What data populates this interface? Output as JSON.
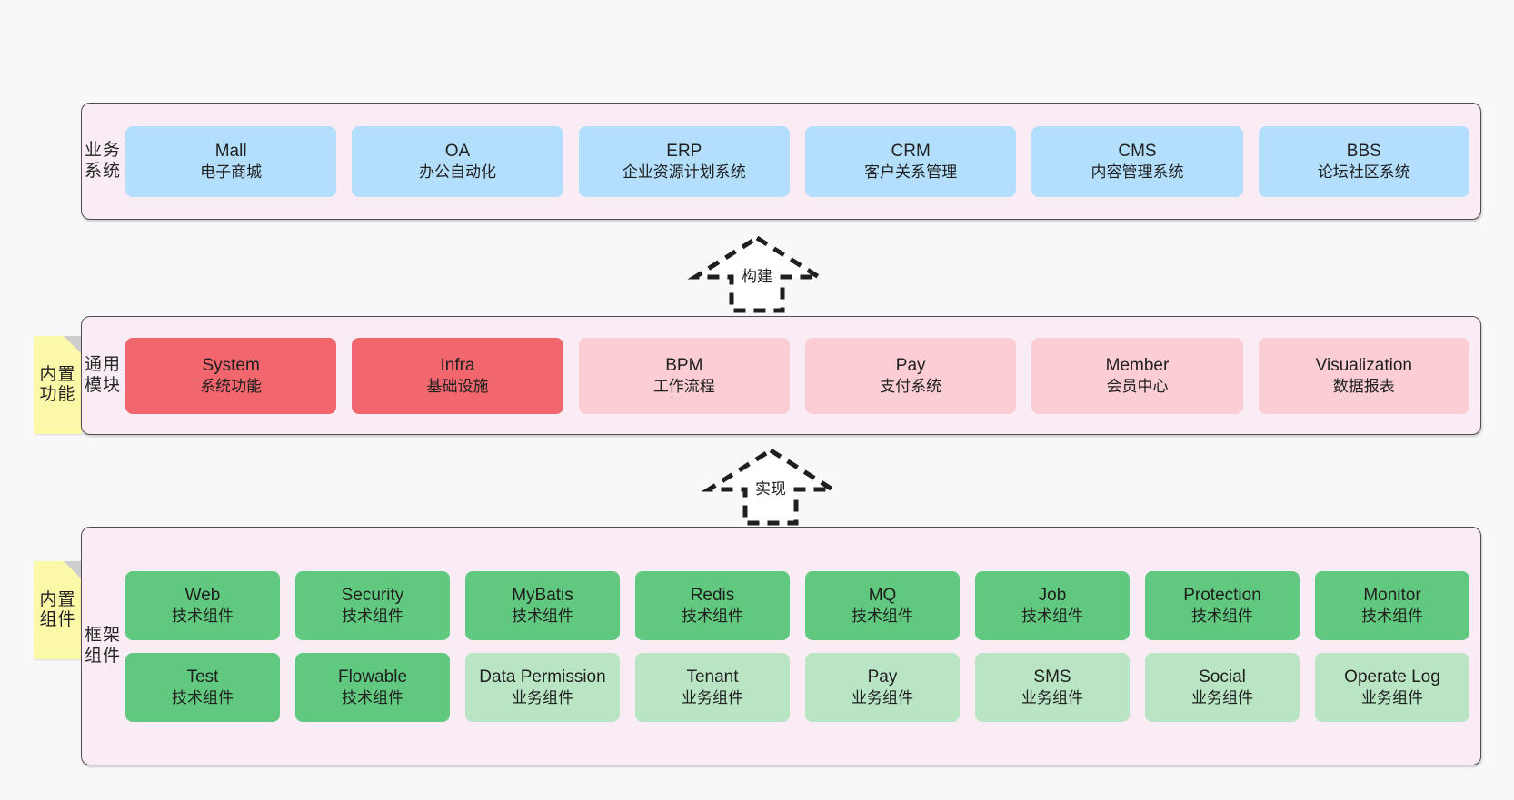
{
  "diagram": {
    "background": "#f8f8f8",
    "colors": {
      "layer_bg": "#f9ecf5",
      "layer_border": "#544b56",
      "business": "#b3dffc",
      "module_active": "#f2676e",
      "module_plain": "#fbced4",
      "tech_component": "#61c97f",
      "biz_component": "#b9e5c4",
      "note": "#fbf8a8",
      "note_fold": "#cdcdcd"
    }
  },
  "layers": [
    {
      "id": "business",
      "title": "业务系统",
      "rows": [
        [
          {
            "name": "Mall",
            "desc": "电子商城",
            "color": "blue"
          },
          {
            "name": "OA",
            "desc": "办公自动化",
            "color": "blue"
          },
          {
            "name": "ERP",
            "desc": "企业资源计划系统",
            "color": "blue"
          },
          {
            "name": "CRM",
            "desc": "客户关系管理",
            "color": "blue"
          },
          {
            "name": "CMS",
            "desc": "内容管理系统",
            "color": "blue"
          },
          {
            "name": "BBS",
            "desc": "论坛社区系统",
            "color": "blue"
          }
        ]
      ]
    },
    {
      "id": "modules",
      "title": "通用模块",
      "note": "内置功能",
      "rows": [
        [
          {
            "name": "System",
            "desc": "系统功能",
            "color": "red"
          },
          {
            "name": "Infra",
            "desc": "基础设施",
            "color": "red"
          },
          {
            "name": "BPM",
            "desc": "工作流程",
            "color": "pink"
          },
          {
            "name": "Pay",
            "desc": "支付系统",
            "color": "pink"
          },
          {
            "name": "Member",
            "desc": "会员中心",
            "color": "pink"
          },
          {
            "name": "Visualization",
            "desc": "数据报表",
            "color": "pink"
          }
        ]
      ]
    },
    {
      "id": "framework",
      "title": "框架组件",
      "note": "内置组件",
      "rows": [
        [
          {
            "name": "Web",
            "desc": "技术组件",
            "color": "green"
          },
          {
            "name": "Security",
            "desc": "技术组件",
            "color": "green"
          },
          {
            "name": "MyBatis",
            "desc": "技术组件",
            "color": "green"
          },
          {
            "name": "Redis",
            "desc": "技术组件",
            "color": "green"
          },
          {
            "name": "MQ",
            "desc": "技术组件",
            "color": "green"
          },
          {
            "name": "Job",
            "desc": "技术组件",
            "color": "green"
          },
          {
            "name": "Protection",
            "desc": "技术组件",
            "color": "green"
          },
          {
            "name": "Monitor",
            "desc": "技术组件",
            "color": "green"
          }
        ],
        [
          {
            "name": "Test",
            "desc": "技术组件",
            "color": "green"
          },
          {
            "name": "Flowable",
            "desc": "技术组件",
            "color": "green"
          },
          {
            "name": "Data Permission",
            "desc": "业务组件",
            "color": "lightgreen"
          },
          {
            "name": "Tenant",
            "desc": "业务组件",
            "color": "lightgreen"
          },
          {
            "name": "Pay",
            "desc": "业务组件",
            "color": "lightgreen"
          },
          {
            "name": "SMS",
            "desc": "业务组件",
            "color": "lightgreen"
          },
          {
            "name": "Social",
            "desc": "业务组件",
            "color": "lightgreen"
          },
          {
            "name": "Operate Log",
            "desc": "业务组件",
            "color": "lightgreen"
          }
        ]
      ]
    }
  ],
  "connectors": [
    {
      "id": "build",
      "label": "构建",
      "from": "modules",
      "to": "business"
    },
    {
      "id": "implement",
      "label": "实现",
      "from": "framework",
      "to": "modules"
    }
  ]
}
